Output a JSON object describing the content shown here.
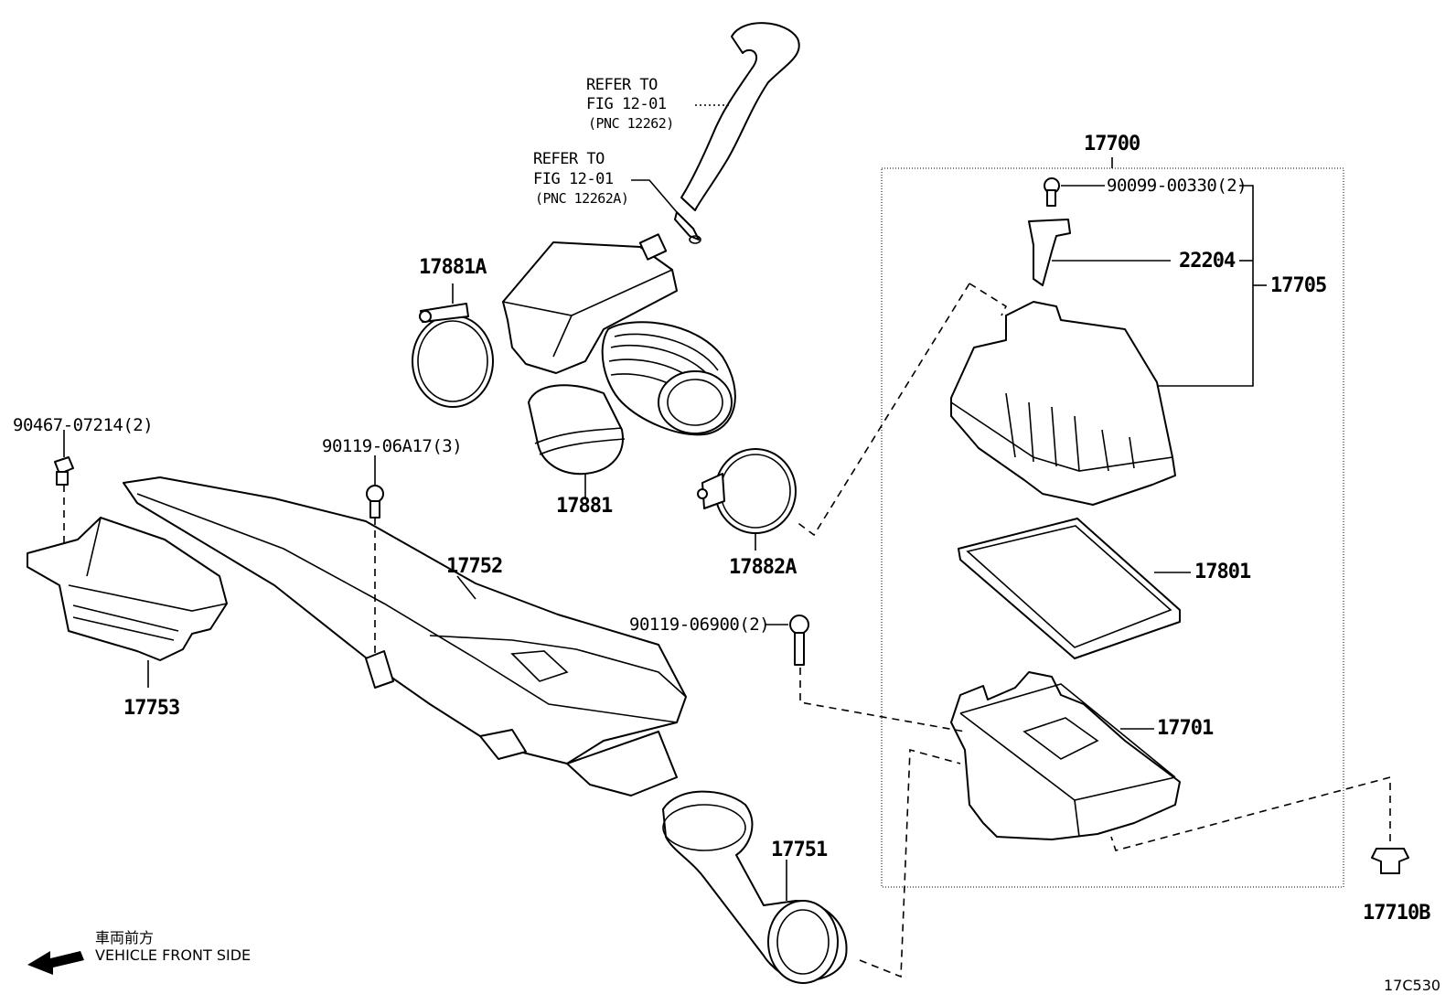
{
  "labels": {
    "refer1_l1": "REFER TO",
    "refer1_l2": "FIG 12-01",
    "refer1_l3": "(PNC 12262)",
    "refer2_l1": "REFER TO",
    "refer2_l2": "FIG 12-01",
    "refer2_l3": "(PNC 12262A)",
    "p17700": "17700",
    "p90099": "90099-00330(2)",
    "p22204": "22204",
    "p17705": "17705",
    "p17881A": "17881A",
    "p17881": "17881",
    "p17882A": "17882A",
    "p90467": "90467-07214(2)",
    "p90119a": "90119-06A17(3)",
    "p17752": "17752",
    "p17753": "17753",
    "p17801": "17801",
    "p90119b": "90119-06900(2)",
    "p17701": "17701",
    "p17751": "17751",
    "p17710B": "17710B",
    "front_jp": "車両前方",
    "front_en": "VEHICLE FRONT SIDE",
    "fig_code": "17C530"
  }
}
